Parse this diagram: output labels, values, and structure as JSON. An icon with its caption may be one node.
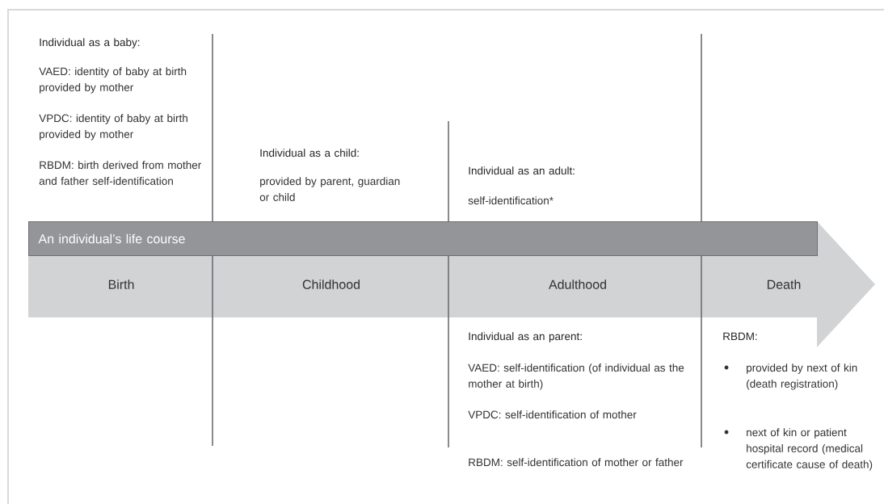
{
  "diagram": {
    "nodes": [
      {
        "text": [
          "Birth",
          "Childhood",
          "Adulthood",
          "Death"
        ]
      },
      {
        "text": [
          "An individual’s life course"
        ]
      }
    ],
    "labels": [
      "Individual as a baby:",
      "VAED: identity of baby at birth provided by mother",
      "VPDC: identity of baby at birth provided by mother",
      "RBDM: birth derived from mother and father self-identification",
      "Individual as a child:",
      "provided by parent, guardian or child",
      "Individual as an adult:",
      "self-identification*",
      "Individual as an parent:",
      "VAED: self-identification (of individual as the mother at birth)",
      "VPDC: self-identification of mother",
      "RBDM: self-identification of mother or father",
      "RBDM:",
      "provided by next of kin (death registration)",
      "next of kin or patient hospital record (medical certificate cause of death)"
    ]
  }
}
